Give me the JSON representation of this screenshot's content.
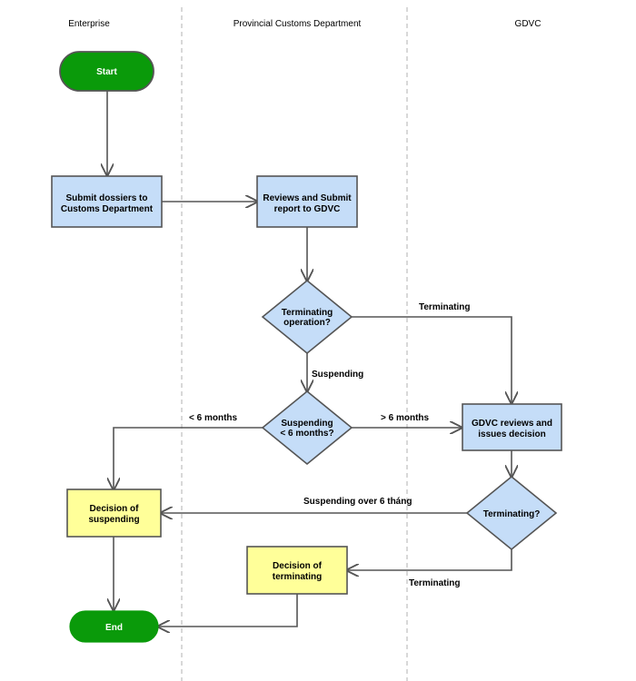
{
  "lanes": {
    "enterprise": "Enterprise",
    "provincial": "Provincial Customs Department",
    "gdvc": "GDVC"
  },
  "nodes": {
    "start": "Start",
    "submit_dossiers": [
      "Submit dossiers to",
      "Customs Department"
    ],
    "reviews_submit": [
      "Reviews and Submit",
      "report to GDVC"
    ],
    "terminating_operation": [
      "Terminating",
      "operation?"
    ],
    "suspending_6_months": [
      "Suspending",
      "< 6 months?"
    ],
    "gdvc_reviews": [
      "GDVC reviews and",
      "issues decision"
    ],
    "terminating_q": "Terminating?",
    "decision_suspending": [
      "Decision of",
      "suspending"
    ],
    "decision_terminating": [
      "Decision of",
      "terminating"
    ],
    "end": "End"
  },
  "edge_labels": {
    "terminating_1": "Terminating",
    "suspending": "Suspending",
    "less_6_months": "< 6 months",
    "more_6_months": "> 6 months",
    "suspending_over": "Suspending over 6 tháng",
    "terminating_2": "Terminating"
  },
  "colors": {
    "terminal_fill": "#0a9a0a",
    "terminal_stroke": "#555555",
    "process_fill": "#c5ddf8",
    "decision_fill": "#c5ddf8",
    "output_fill": "#ffff99",
    "stroke": "#555555"
  }
}
